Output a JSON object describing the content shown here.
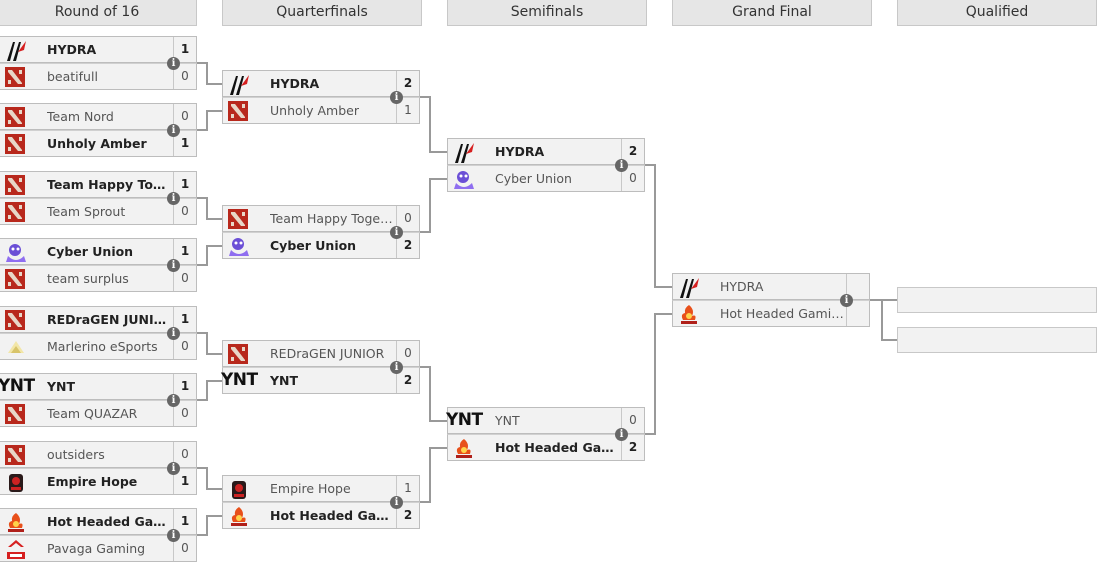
{
  "headers": [
    "Round of 16",
    "Quarterfinals",
    "Semifinals",
    "Grand Final",
    "Qualified"
  ],
  "round_of_16": [
    {
      "t1": {
        "name": "HYDRA",
        "score": "1",
        "logo": "hydra-logo",
        "win": true
      },
      "t2": {
        "name": "beatifull",
        "score": "0",
        "logo": "dota-logo",
        "win": false
      }
    },
    {
      "t1": {
        "name": "Team Nord",
        "score": "0",
        "logo": "dota-logo",
        "win": false
      },
      "t2": {
        "name": "Unholy Amber",
        "score": "1",
        "logo": "dota-logo",
        "win": true
      }
    },
    {
      "t1": {
        "name": "Team Happy Together",
        "score": "1",
        "logo": "dota-logo",
        "win": true
      },
      "t2": {
        "name": "Team Sprout",
        "score": "0",
        "logo": "dota-logo",
        "win": false
      }
    },
    {
      "t1": {
        "name": "Cyber Union",
        "score": "1",
        "logo": "cyber-union-logo",
        "win": true
      },
      "t2": {
        "name": "team surplus",
        "score": "0",
        "logo": "dota-logo",
        "win": false
      }
    },
    {
      "t1": {
        "name": "REDraGEN JUNIOR",
        "score": "1",
        "logo": "dota-logo",
        "win": true
      },
      "t2": {
        "name": "Marlerino eSports",
        "score": "0",
        "logo": "marlerino-logo",
        "win": false
      }
    },
    {
      "t1": {
        "name": "YNT",
        "score": "1",
        "logo": "ynt-logo",
        "win": true
      },
      "t2": {
        "name": "Team QUAZAR",
        "score": "0",
        "logo": "dota-logo",
        "win": false
      }
    },
    {
      "t1": {
        "name": "outsiders",
        "score": "0",
        "logo": "dota-logo",
        "win": false
      },
      "t2": {
        "name": "Empire Hope",
        "score": "1",
        "logo": "empire-hope-logo",
        "win": true
      }
    },
    {
      "t1": {
        "name": "Hot Headed Gaming",
        "score": "1",
        "logo": "hot-headed-logo",
        "win": true
      },
      "t2": {
        "name": "Pavaga Gaming",
        "score": "0",
        "logo": "pavaga-logo",
        "win": false
      }
    }
  ],
  "quarterfinals": [
    {
      "t1": {
        "name": "HYDRA",
        "score": "2",
        "logo": "hydra-logo",
        "win": true
      },
      "t2": {
        "name": "Unholy Amber",
        "score": "1",
        "logo": "dota-logo",
        "win": false
      }
    },
    {
      "t1": {
        "name": "Team Happy Together",
        "score": "0",
        "logo": "dota-logo",
        "win": false
      },
      "t2": {
        "name": "Cyber Union",
        "score": "2",
        "logo": "cyber-union-logo",
        "win": true
      }
    },
    {
      "t1": {
        "name": "REDraGEN JUNIOR",
        "score": "0",
        "logo": "dota-logo",
        "win": false
      },
      "t2": {
        "name": "YNT",
        "score": "2",
        "logo": "ynt-logo",
        "win": true
      }
    },
    {
      "t1": {
        "name": "Empire Hope",
        "score": "1",
        "logo": "empire-hope-logo",
        "win": false
      },
      "t2": {
        "name": "Hot Headed Gaming",
        "score": "2",
        "logo": "hot-headed-logo",
        "win": true
      }
    }
  ],
  "semifinals": [
    {
      "t1": {
        "name": "HYDRA",
        "score": "2",
        "logo": "hydra-logo",
        "win": true
      },
      "t2": {
        "name": "Cyber Union",
        "score": "0",
        "logo": "cyber-union-logo",
        "win": false
      }
    },
    {
      "t1": {
        "name": "YNT",
        "score": "0",
        "logo": "ynt-logo",
        "win": false
      },
      "t2": {
        "name": "Hot Headed Gaming",
        "score": "2",
        "logo": "hot-headed-logo",
        "win": true
      }
    }
  ],
  "grand_final": [
    {
      "t1": {
        "name": "HYDRA",
        "score": "",
        "logo": "hydra-logo",
        "win": false
      },
      "t2": {
        "name": "Hot Headed Gaming",
        "score": "",
        "logo": "hot-headed-logo",
        "win": false
      }
    }
  ],
  "qualified": [
    "",
    ""
  ],
  "info_icon": "i",
  "colors": {
    "header_bg": "#e6e6e6",
    "slot_bg": "#f2f2f2",
    "border": "#bdbdbd",
    "line": "#999999",
    "dota_red": "#b8281c"
  }
}
